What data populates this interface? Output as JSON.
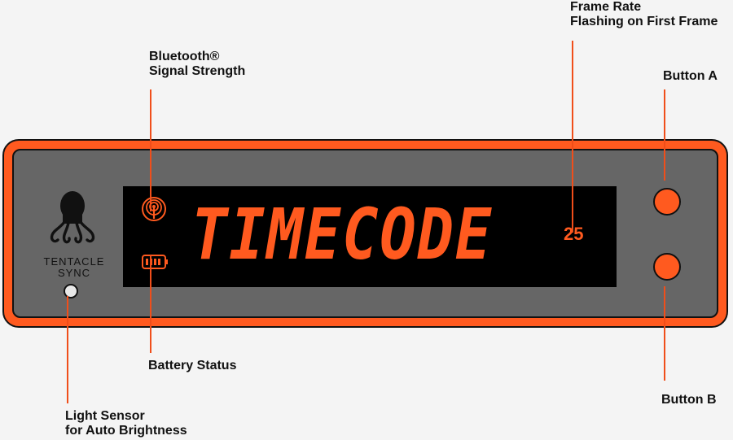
{
  "callouts": {
    "frame_rate": [
      "Frame Rate",
      "Flashing on First Frame"
    ],
    "bluetooth": [
      "Bluetooth®",
      "Signal Strength"
    ],
    "button_a": "Button A",
    "button_b": "Button B",
    "battery": "Battery Status",
    "light_sensor": [
      "Light Sensor",
      "for Auto Brightness"
    ]
  },
  "display": {
    "main_text": "TIMECODE",
    "frame_rate_value": "25"
  },
  "brand": {
    "line1": "TENTACLE",
    "line2": "SYNC"
  },
  "colors": {
    "accent": "#ff5a1f",
    "leader": "#f04e1a",
    "body_gray": "#666666",
    "display_bg": "#000000",
    "outline": "#111111",
    "background": "#f4f4f4"
  },
  "icons": {
    "bluetooth": "bluetooth-signal-icon",
    "battery": "battery-icon",
    "logo": "octopus-logo-icon"
  }
}
